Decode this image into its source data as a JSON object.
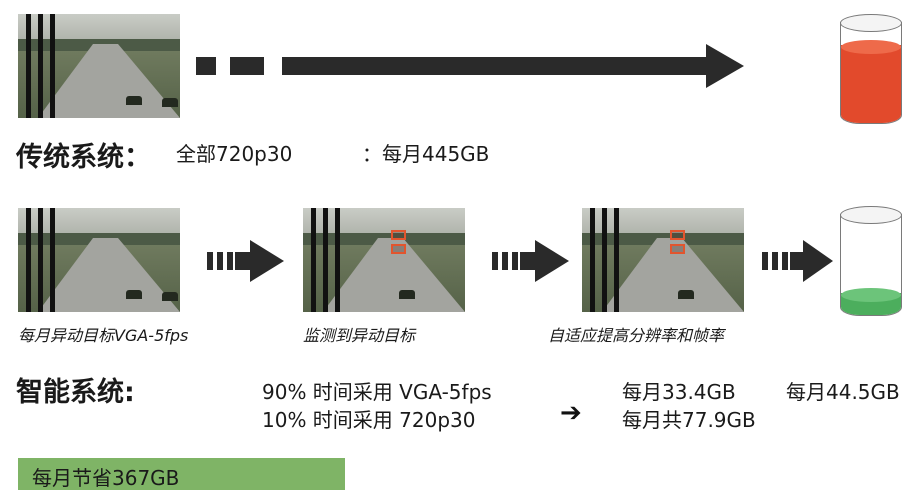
{
  "traditional": {
    "title": "传统系统：",
    "mode": "全部720p30",
    "monthly": "：每月445GB",
    "fill_color": "#e24a2c"
  },
  "smart": {
    "captions": [
      "每月异动目标VGA-5fps",
      "监测到异动目标",
      "自适应提高分辨率和帧率"
    ],
    "title": "智能系统:",
    "line1": "90% 时间采用 VGA-5fps",
    "line2": "10% 时间采用 720p30",
    "arrow": "➔",
    "monthly1": "每月33.4GB",
    "monthly2": "每月44.5GB",
    "total": "每月共77.9GB",
    "fill_color": "#4cae5d"
  },
  "savings": {
    "label": "每月节省367GB",
    "color": "#7fb466"
  },
  "icons": [
    "camera-frame-icon",
    "dashed-arrow-icon",
    "right-arrow-icon",
    "storage-cylinder-icon"
  ]
}
